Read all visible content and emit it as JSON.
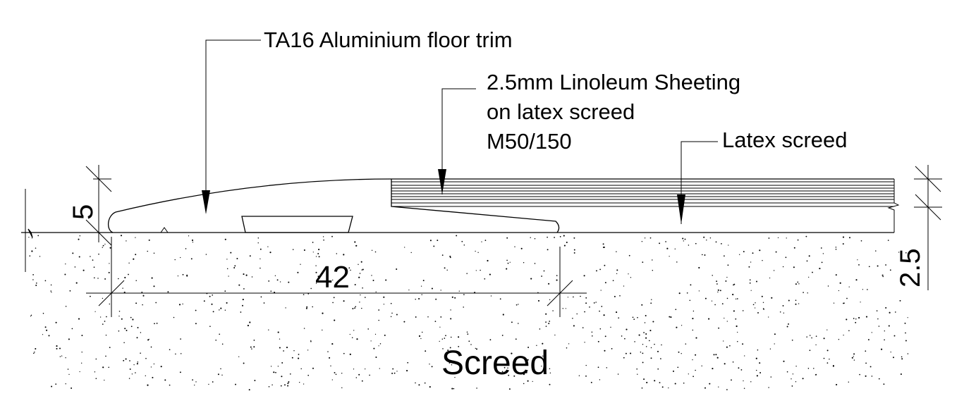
{
  "labels": {
    "trim": "TA16 Aluminium floor trim",
    "lino_line1": "2.5mm Linoleum Sheeting",
    "lino_line2": "on latex screed",
    "lino_line3": "M50/150",
    "latex": "Latex screed",
    "screed": "Screed"
  },
  "dimensions": {
    "height_trim": "5",
    "height_lino": "2.5",
    "width_trim": "42"
  }
}
